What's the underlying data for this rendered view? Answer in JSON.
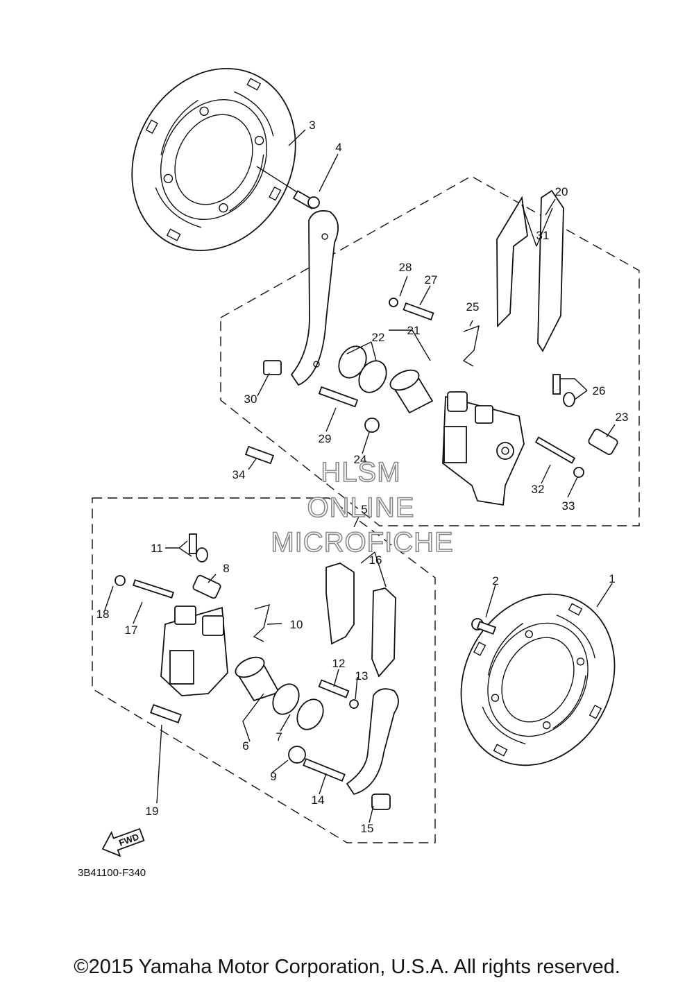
{
  "labels": [
    "1",
    "2",
    "3",
    "4",
    "5",
    "6",
    "7",
    "8",
    "9",
    "10",
    "11",
    "12",
    "13",
    "14",
    "15",
    "16",
    "17",
    "18",
    "19",
    "20",
    "21",
    "22",
    "23",
    "24",
    "25",
    "26",
    "27",
    "28",
    "29",
    "30",
    "31",
    "32",
    "33",
    "34"
  ],
  "watermark": [
    "HLSM",
    "ONLINE",
    "MICROFICHE"
  ],
  "fwd_arrow_text": "FWD",
  "diagram_code": "3B41100-F340",
  "copyright": "©2015 Yamaha Motor Corporation, U.S.A. All rights reserved."
}
